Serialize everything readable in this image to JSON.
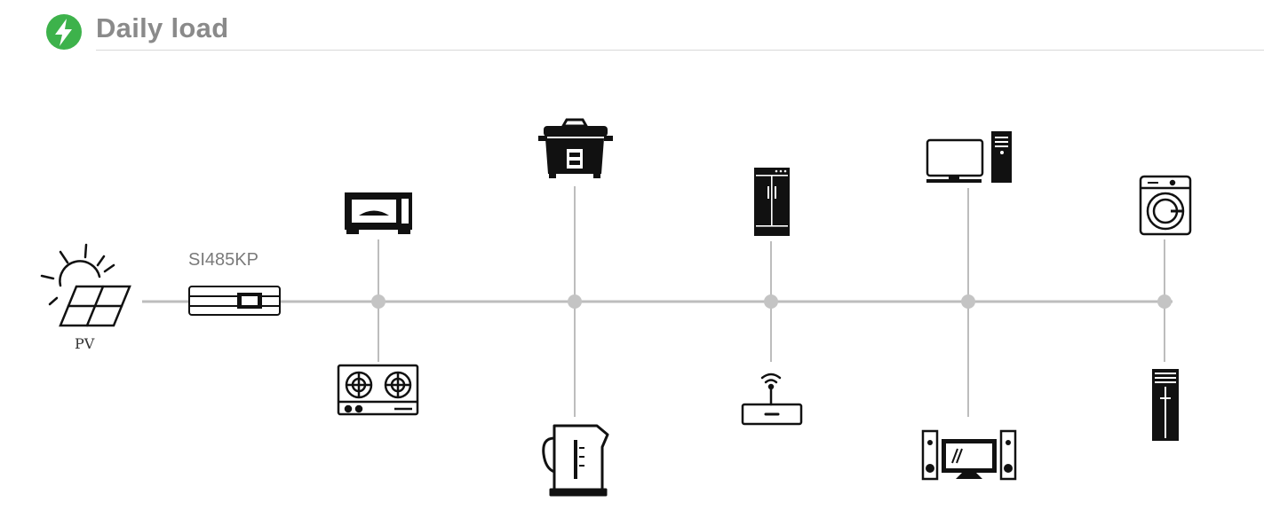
{
  "header": {
    "title": "Daily load",
    "icon": "lightning-bolt-icon",
    "accent_color": "#3db24b"
  },
  "diagram": {
    "line_color": "#bdbdbd",
    "source": {
      "label": "PV",
      "icon": "solar-panel-icon"
    },
    "inverter": {
      "label": "SI485KP",
      "icon": "inverter-icon"
    },
    "junctions": [
      {
        "top": "oven-icon",
        "bottom": "gas-stove-icon"
      },
      {
        "top": "rice-cooker-icon",
        "bottom": "kettle-icon"
      },
      {
        "top": "refrigerator-icon",
        "bottom": "wifi-router-icon"
      },
      {
        "top": "desktop-computer-icon",
        "bottom": "home-theater-icon"
      },
      {
        "top": "washing-machine-icon",
        "bottom": "water-heater-icon"
      }
    ]
  }
}
